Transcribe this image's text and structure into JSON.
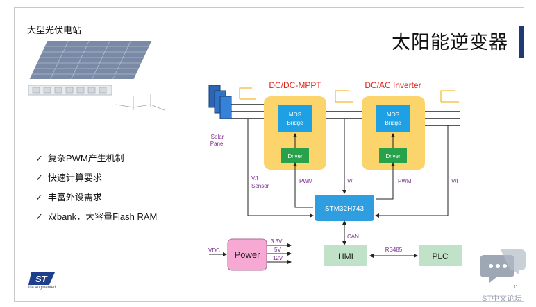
{
  "slide": {
    "title": "太阳能逆变器",
    "plant_label": "大型光伏电站",
    "page_number": "11",
    "watermark": "ST中文论坛",
    "logo_tagline": "life.augmented"
  },
  "features": [
    "复杂PWM产生机制",
    "快速计算要求",
    "丰富外设需求",
    "双bank，大容量Flash RAM"
  ],
  "diagram": {
    "solar_panel": [
      "Solar",
      "Panel"
    ],
    "dcdc_title": "DC/DC-MPPT",
    "dcac_title": "DC/AC Inverter",
    "mos_bridge": [
      "MOS",
      "Bridge"
    ],
    "driver": "Driver",
    "mcu": "STM32H743",
    "vi_sensor": [
      "V/I",
      "Sensor"
    ],
    "vi": "V/I",
    "pwm": "PWM",
    "can": "CAN",
    "hmi": "HMI",
    "plc": "PLC",
    "rs485": "RS485",
    "power": "Power",
    "vdc": "VDC",
    "v33": "3.3V",
    "v5": "5V",
    "v12": "12V"
  },
  "colors": {
    "title_accent": "#1f3b74",
    "block_title_red": "#e2231a",
    "converter_fill": "#fbd56c",
    "mos_fill": "#1ea0e4",
    "driver_fill": "#27a24b",
    "mcu_fill": "#2e9ee0",
    "hmi_plc_fill": "#bfe2c8",
    "power_fill": "#f5a9d3",
    "signal_label": "#7b2b8f"
  }
}
